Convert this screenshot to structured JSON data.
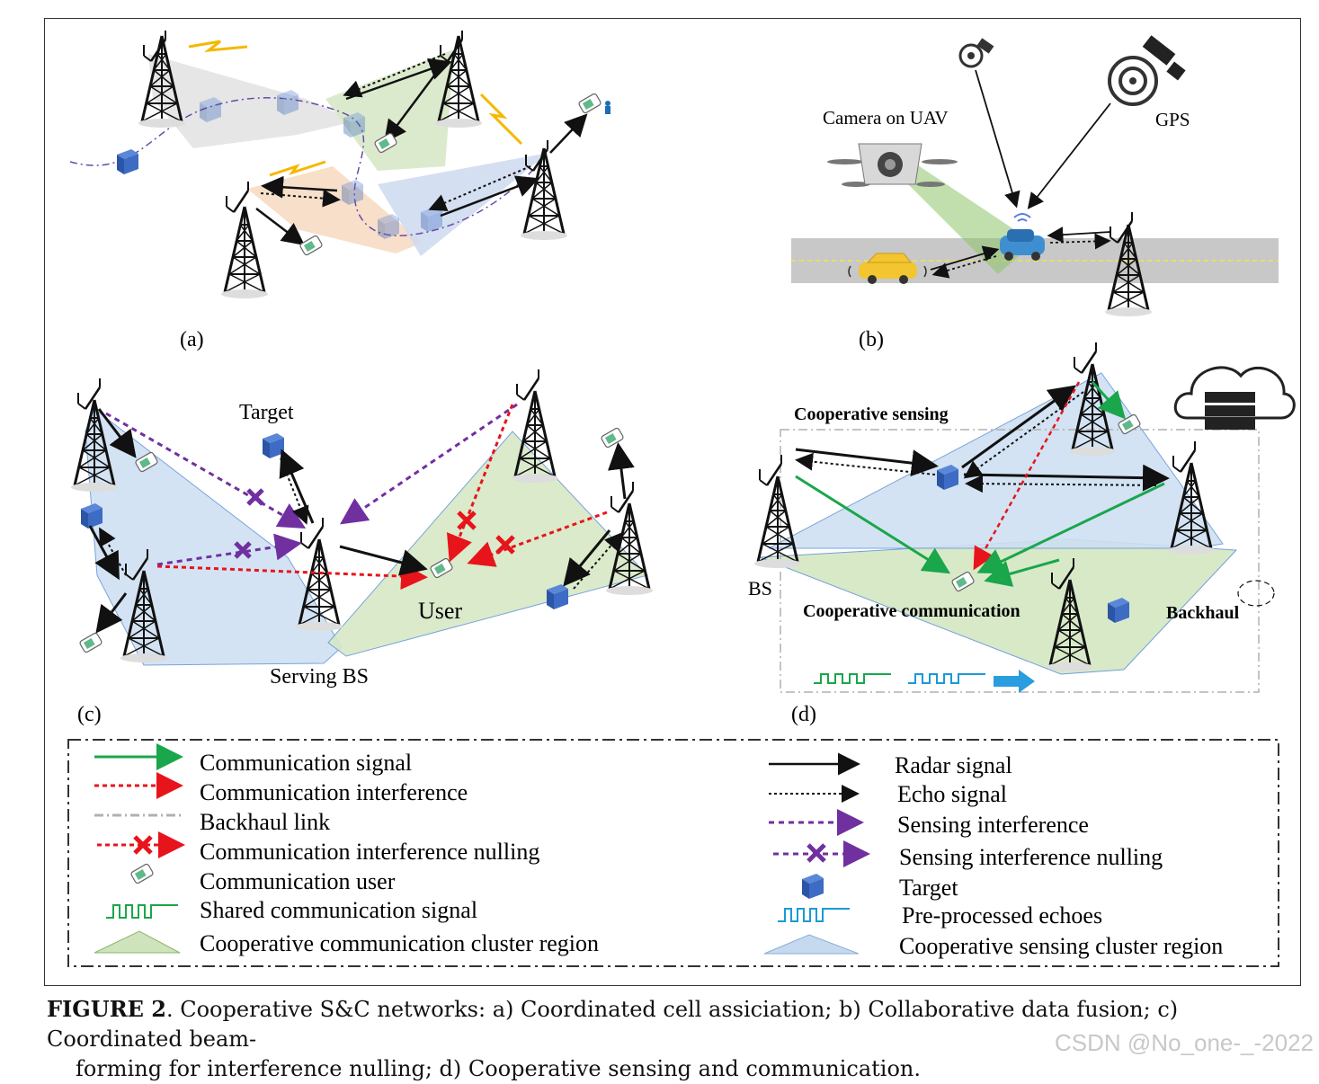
{
  "panels": {
    "a": {
      "label": "(a)"
    },
    "b": {
      "label": "(b)",
      "uav": "Camera on UAV",
      "gps": "GPS"
    },
    "c": {
      "label": "(c)",
      "target": "Target",
      "user": "User",
      "serving_bs": "Serving BS"
    },
    "d": {
      "label": "(d)",
      "coop_sensing": "Cooperative sensing",
      "coop_comm": "Cooperative communication",
      "bs": "BS",
      "backhaul": "Backhaul"
    }
  },
  "legend": {
    "left": [
      {
        "label": "Communication signal",
        "icon": "green-arrow",
        "color": "#1aa64b"
      },
      {
        "label": "Communication interference",
        "icon": "red-dotted-arrow",
        "color": "#e8141b"
      },
      {
        "label": "Backhaul link",
        "icon": "gray-dashdot-line",
        "color": "#b0b0b0"
      },
      {
        "label": "Communication interference nulling",
        "icon": "red-x-arrow",
        "color": "#e8141b"
      },
      {
        "label": "Communication user",
        "icon": "phone-icon"
      },
      {
        "label": "Shared communication signal",
        "icon": "green-pulse-icon",
        "color": "#1aa64b"
      },
      {
        "label": "Cooperative communication cluster region",
        "icon": "green-triangle",
        "color": "#cfe3bd"
      }
    ],
    "right": [
      {
        "label": "Radar signal",
        "icon": "black-arrow",
        "color": "#111111"
      },
      {
        "label": "Echo signal",
        "icon": "black-dotted-arrow",
        "color": "#111111"
      },
      {
        "label": "Sensing interference",
        "icon": "purple-dotted-arrow",
        "color": "#7030a0"
      },
      {
        "label": "Sensing interference nulling",
        "icon": "purple-x-arrow",
        "color": "#7030a0"
      },
      {
        "label": "Target",
        "icon": "blue-cube-icon",
        "color": "#2e5eb8"
      },
      {
        "label": "Pre-processed echoes",
        "icon": "blue-pulse-icon",
        "color": "#1a9ad6"
      },
      {
        "label": "Cooperative sensing cluster region",
        "icon": "blue-triangle",
        "color": "#c5d9ef"
      }
    ]
  },
  "caption": {
    "label": "FIGURE 2",
    "line1": ". Cooperative S&C networks: a) Coordinated cell assiciation; b) Collaborative data fusion; c) Coordinated beam-",
    "line2": "forming for interference nulling; d) Cooperative sensing and communication."
  },
  "watermark": "CSDN @No_one-_-2022"
}
